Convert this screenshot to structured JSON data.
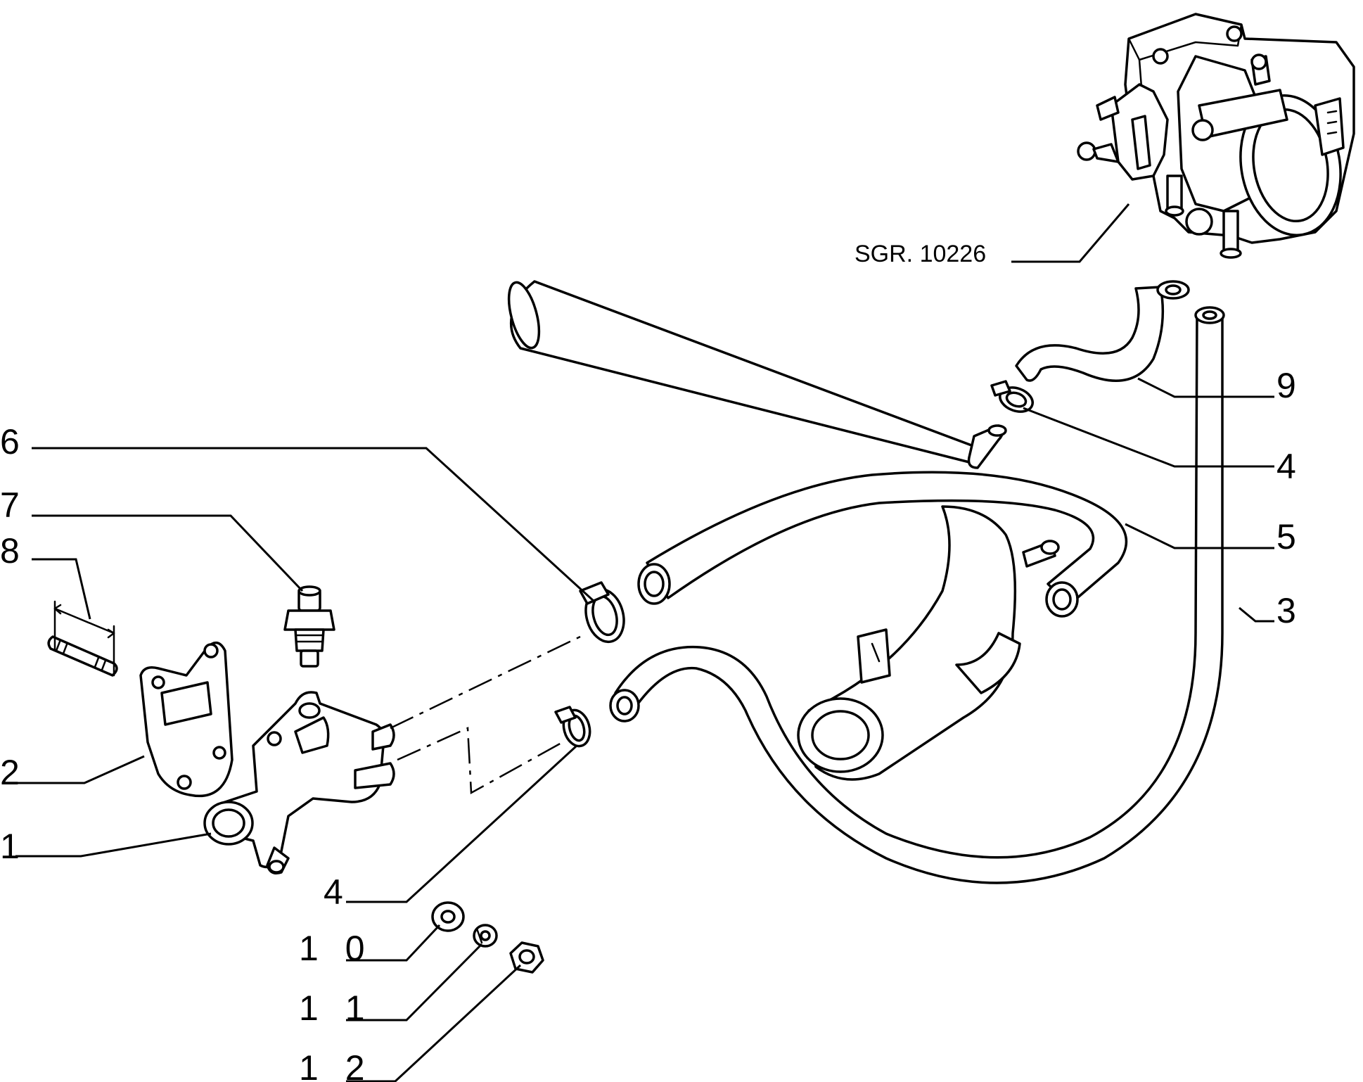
{
  "reference_label": "SGR. 10226",
  "callouts": [
    {
      "id": "callout-1",
      "text": "1"
    },
    {
      "id": "callout-2",
      "text": "2"
    },
    {
      "id": "callout-3",
      "text": "3"
    },
    {
      "id": "callout-4-left",
      "text": "4"
    },
    {
      "id": "callout-4-right",
      "text": "4"
    },
    {
      "id": "callout-5",
      "text": "5"
    },
    {
      "id": "callout-6",
      "text": "6"
    },
    {
      "id": "callout-7",
      "text": "7"
    },
    {
      "id": "callout-8",
      "text": "8"
    },
    {
      "id": "callout-9",
      "text": "9"
    },
    {
      "id": "callout-10",
      "text": "1 0"
    },
    {
      "id": "callout-11",
      "text": "1 1"
    },
    {
      "id": "callout-12",
      "text": "1 2"
    }
  ]
}
